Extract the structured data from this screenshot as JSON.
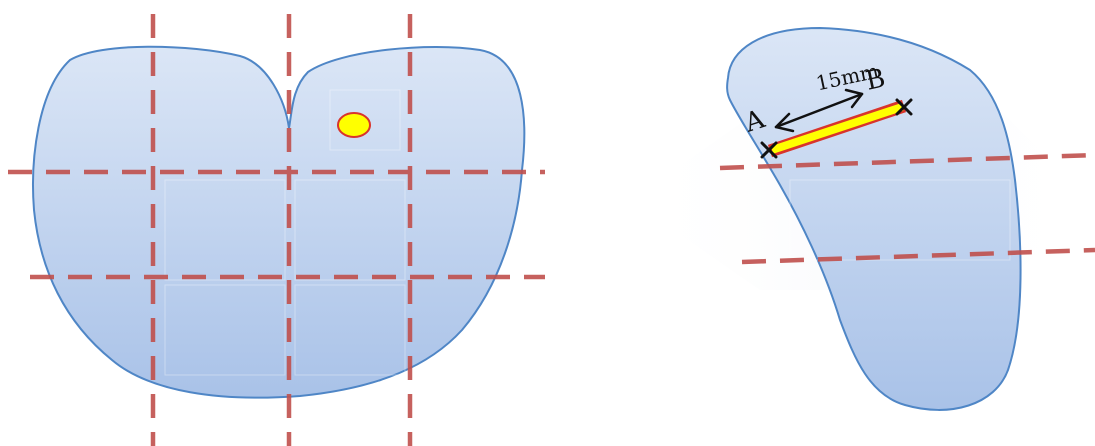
{
  "colors": {
    "background": "#ffffff",
    "shape_fill_top": "#dbe6f6",
    "shape_fill_bottom": "#a9c2e8",
    "shape_stroke": "#4f86c6",
    "cut_line": "#c0504d",
    "slice_fill": "#ffff00",
    "slice_stroke": "#d9342b",
    "marker": "#111111",
    "arrow": "#111111"
  },
  "left_panel": {
    "shape_name": "organ-outline",
    "lesion": {
      "shape": "ellipse",
      "fill": "#ffff00",
      "stroke": "#d9342b"
    },
    "cut_lines": {
      "vertical_count": 3,
      "horizontal_count": 2,
      "style": "dashed"
    }
  },
  "right_panel": {
    "shape_name": "slice-outline",
    "cut_lines": {
      "horizontal_count": 2,
      "style": "dashed"
    },
    "measurement": {
      "label": "15mm",
      "start_label": "A",
      "end_label": "B",
      "start_marker": "x-marker",
      "end_marker": "x-marker",
      "arrow": "double-headed"
    }
  }
}
